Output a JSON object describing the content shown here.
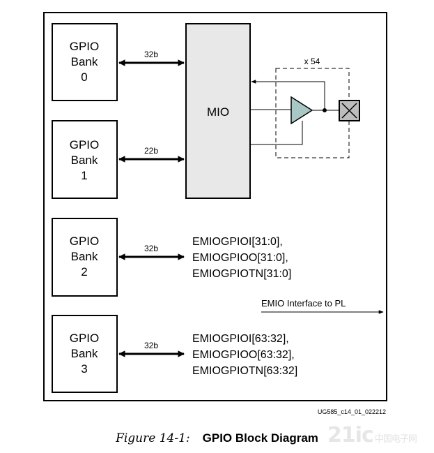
{
  "banks": [
    {
      "line1": "GPIO",
      "line2": "Bank",
      "line3": "0",
      "bus": "32b"
    },
    {
      "line1": "GPIO",
      "line2": "Bank",
      "line3": "1",
      "bus": "22b"
    },
    {
      "line1": "GPIO",
      "line2": "Bank",
      "line3": "2",
      "bus": "32b"
    },
    {
      "line1": "GPIO",
      "line2": "Bank",
      "line3": "3",
      "bus": "32b"
    }
  ],
  "mio_label": "MIO",
  "pin_multiplier": "x 54",
  "emio_bank2": [
    "EMIOGPIOI[31:0],",
    "EMIOGPIOO[31:0],",
    "EMIOGPIOTN[31:0]"
  ],
  "emio_bank3": [
    "EMIOGPIOI[63:32],",
    "EMIOGPIOO[63:32],",
    "EMIOGPIOTN[63:32]"
  ],
  "emio_interface_label": "EMIO Interface to PL",
  "figure_id": "UG585_c14_01_022212",
  "caption": {
    "figure": "Figure 14-1:",
    "title": "GPIO Block Diagram"
  },
  "watermark": {
    "main": "21ic",
    "sub": "中国电子网"
  }
}
